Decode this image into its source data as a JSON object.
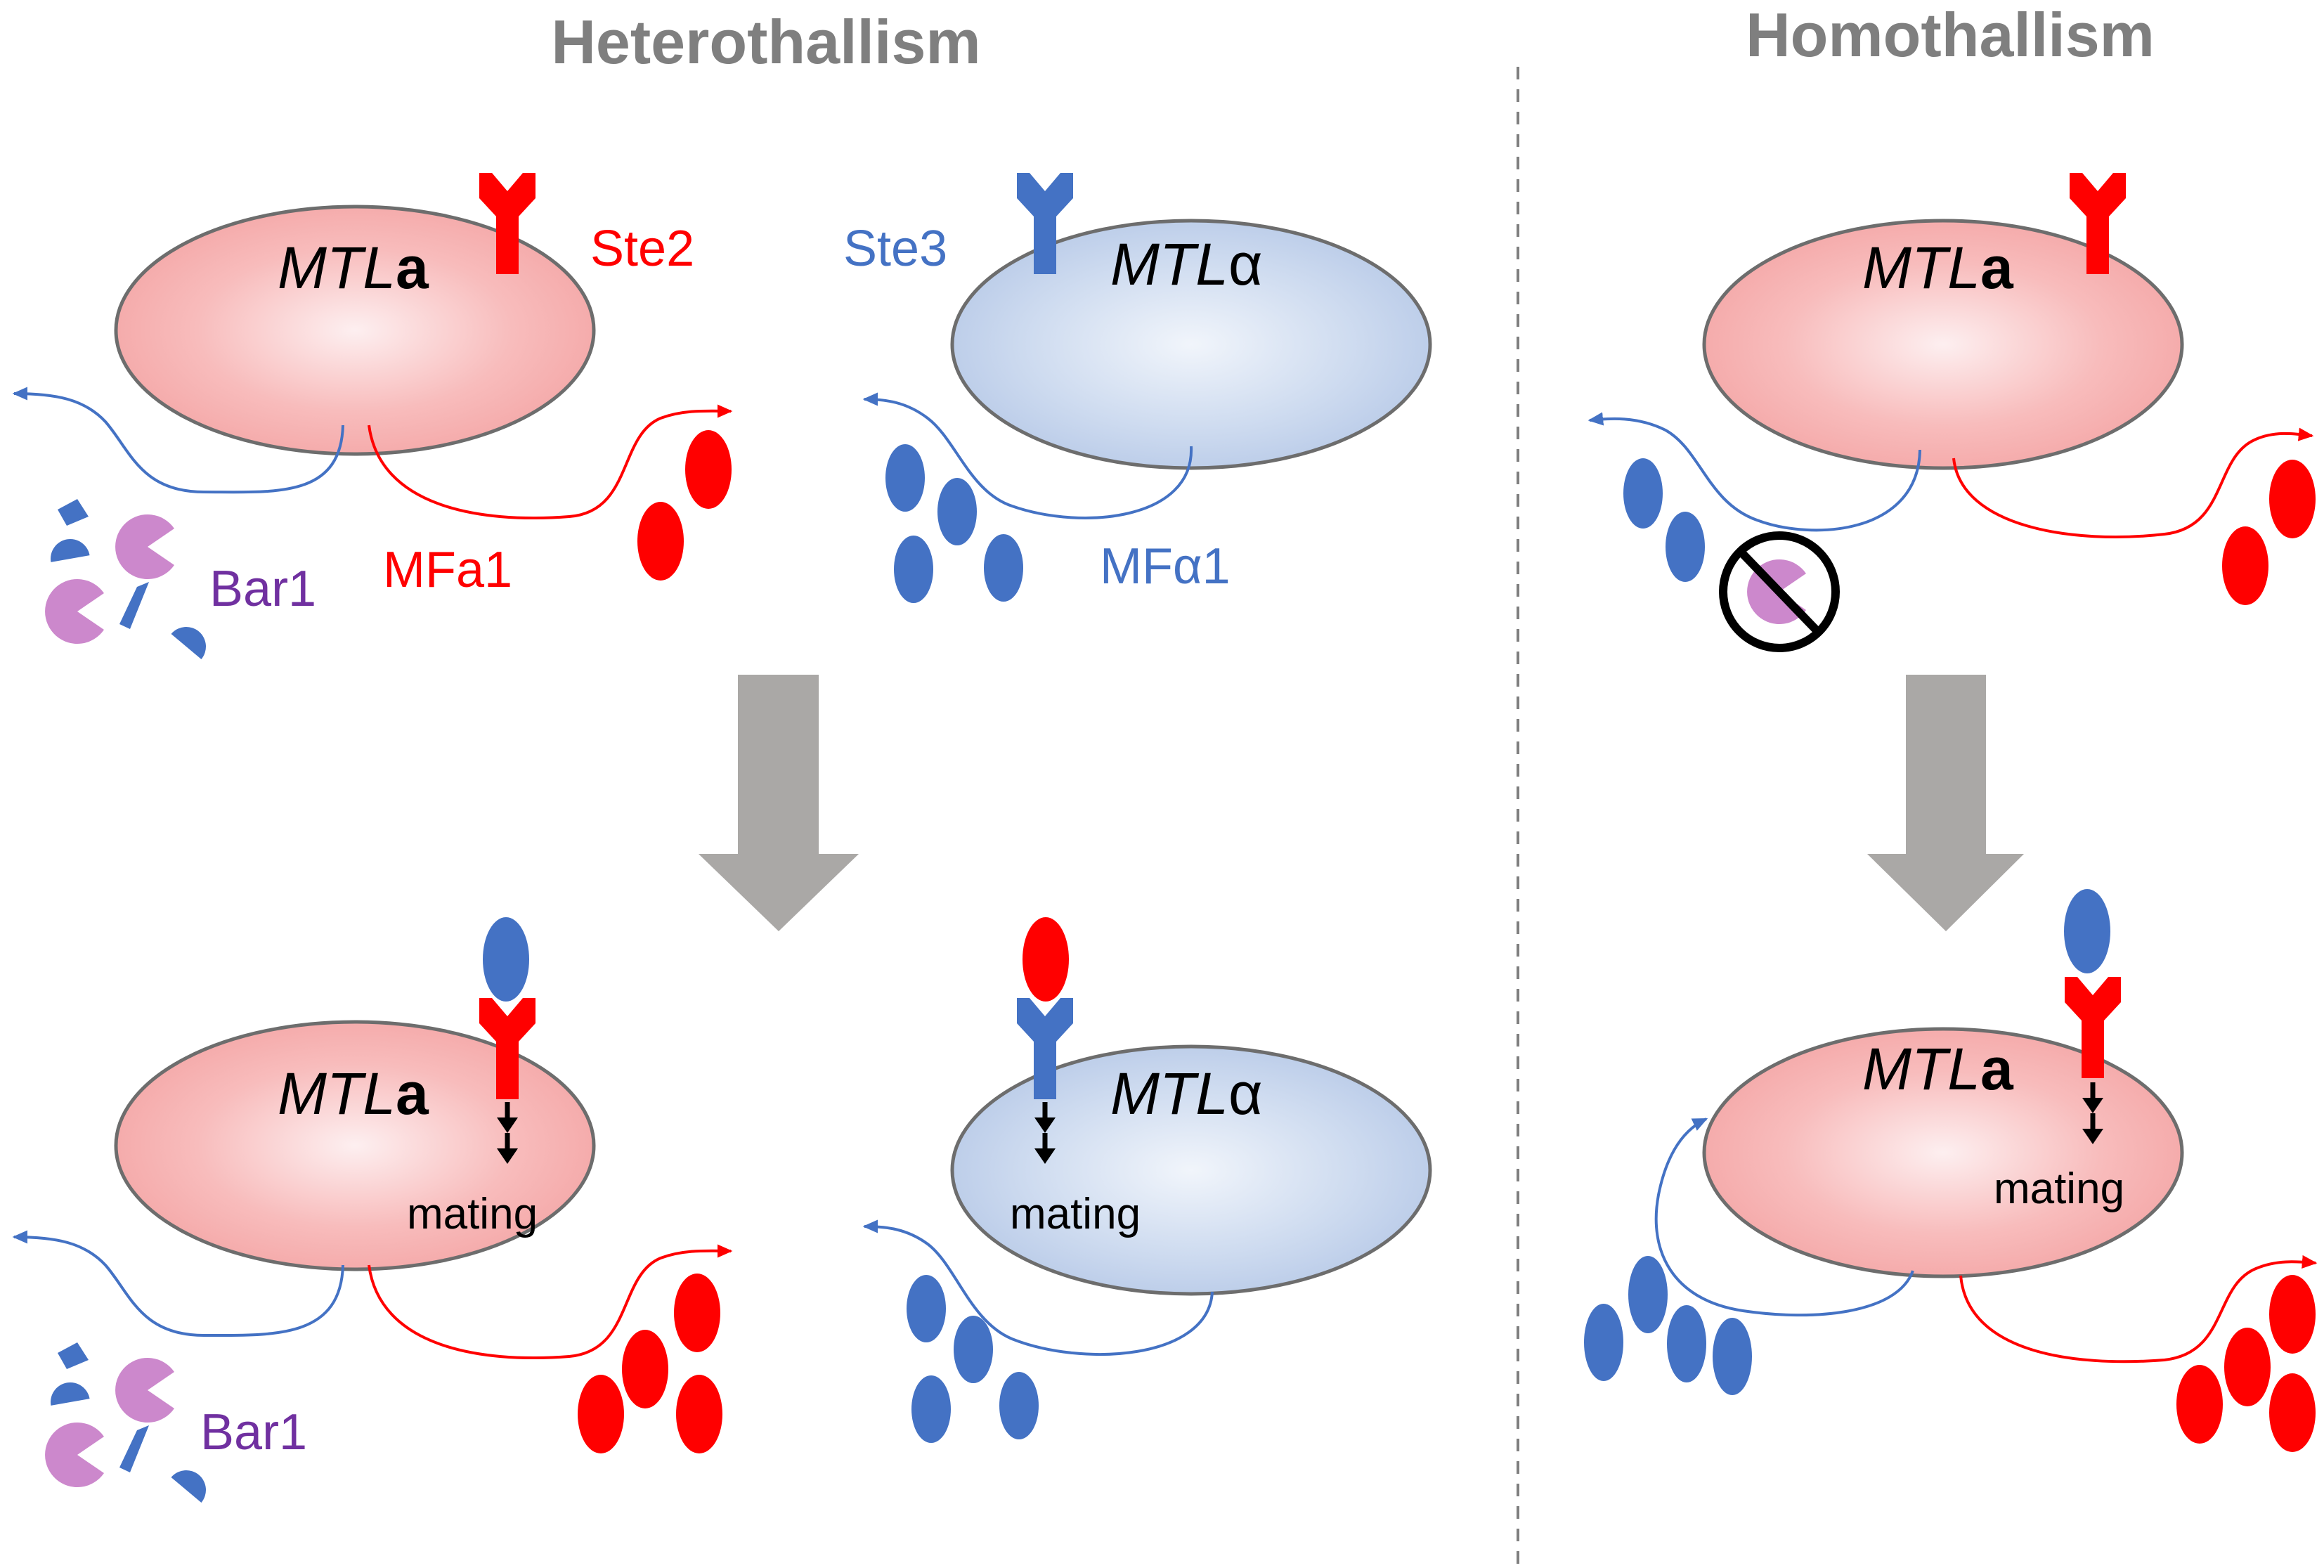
{
  "headers": {
    "heterothallism": "Heterothallism",
    "homothallism": "Homothallism"
  },
  "cells": {
    "mtla_prefix": "MTL",
    "mtla_suffix": "a",
    "mtlalpha_prefix": "MTL",
    "mtlalpha_suffix": "α"
  },
  "proteins": {
    "ste2": "Ste2",
    "ste3": "Ste3",
    "bar1": "Bar1",
    "mfa1": "MFa1",
    "mfalpha1": "MFα1"
  },
  "process": {
    "mating": "mating"
  },
  "colors": {
    "a_cell_fill": "#f4a7a7",
    "alpha_cell_fill": "#b7c9e8",
    "cell_outline": "#6d6d6d",
    "red": "#ff0000",
    "blue": "#4472c4",
    "purple_label": "#7030a0",
    "bar1_fill": "#cc88cc",
    "header_gray": "#7f7f7f",
    "arrow_gray": "#aaa8a6"
  }
}
